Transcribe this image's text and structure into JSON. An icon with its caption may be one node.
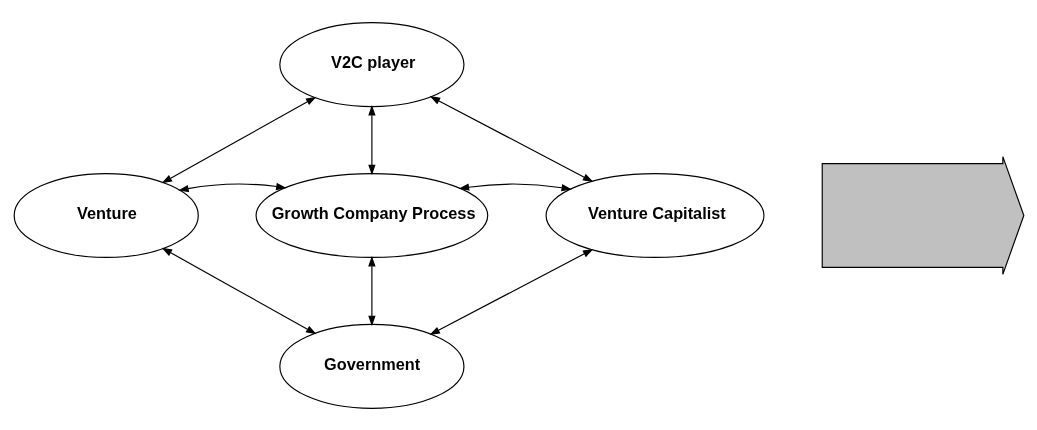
{
  "diagram": {
    "nodes": [
      {
        "text": [
          "V2C player"
        ]
      },
      {
        "text": [],
        "shape": "arrow"
      },
      {
        "text": [
          "Venture"
        ]
      },
      {
        "text": [
          "Growth Company Process"
        ]
      },
      {
        "text": [
          "Venture Capitalist"
        ]
      },
      {
        "text": [
          "Government"
        ]
      }
    ],
    "edges": [
      {
        "from": 2,
        "to": 0,
        "arrow": "both"
      },
      {
        "from": 0,
        "to": 3,
        "arrow": "both"
      },
      {
        "from": 0,
        "to": 4,
        "arrow": "both"
      },
      {
        "from": 2,
        "to": 3,
        "arrow": "both"
      },
      {
        "from": 3,
        "to": 4,
        "arrow": "both"
      },
      {
        "from": 2,
        "to": 5,
        "arrow": "both"
      },
      {
        "from": 3,
        "to": 5,
        "arrow": "both"
      },
      {
        "from": 4,
        "to": 5,
        "arrow": "both"
      }
    ]
  }
}
